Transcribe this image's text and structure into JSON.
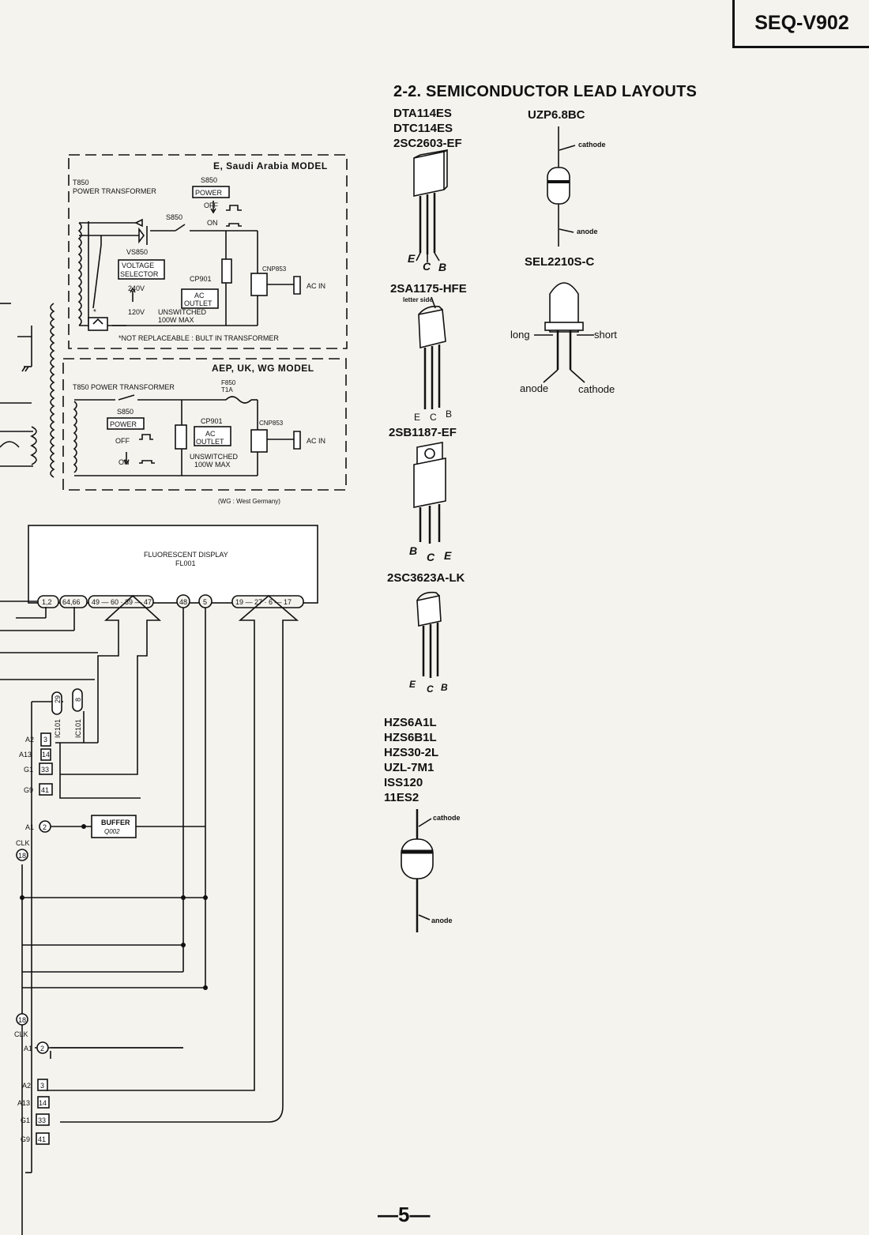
{
  "header": {
    "model": "SEQ-V902"
  },
  "section": {
    "title": "2-2.  SEMICONDUCTOR LEAD LAYOUTS"
  },
  "groups": {
    "g1": [
      "DTA114ES",
      "DTC114ES",
      "2SC2603-EF"
    ],
    "g2": [
      "UZP6.8BC"
    ],
    "g3": [
      "SEL2210S-C"
    ],
    "g4": [
      "2SA1175-HFE"
    ],
    "g5": [
      "2SB1187-EF"
    ],
    "g6": [
      "2SC3623A-LK"
    ],
    "g7": [
      "HZS6A1L",
      "HZS6B1L",
      "HZS30-2L",
      "UZL-7M1",
      "ISS120",
      "11ES2"
    ]
  },
  "pins": {
    "e": "E",
    "c": "C",
    "b": "B"
  },
  "diode_labels": {
    "cathode": "cathode",
    "anode": "anode"
  },
  "led_labels": {
    "long": "long",
    "short": "short",
    "anode": "anode",
    "cathode": "cathode"
  },
  "letter_side": "letter side",
  "saudi": {
    "title": "E, Saudi Arabia MODEL",
    "t850": "T850",
    "transformer": "POWER TRANSFORMER",
    "s850": "S850",
    "power": "POWER",
    "off": "OFF",
    "on": "ON",
    "vs850": "VS850",
    "voltage": "VOLTAGE",
    "selector": "SELECTOR",
    "v240": "240V",
    "v120": "120V",
    "cp901": "CP901",
    "ac": "AC",
    "outlet": "OUTLET",
    "unswitched": "UNSWITCHED",
    "max": "100W MAX",
    "cnp853": "CNP853",
    "acin": "AC IN",
    "star": "*",
    "note": "*NOT REPLACEABLE : BULT IN TRANSFORMER"
  },
  "aep": {
    "title": "AEP, UK, WG MODEL",
    "transformer": "T850 POWER TRANSFORMER",
    "f850": "F850",
    "t1a": "T1A",
    "s850": "S850",
    "power": "POWER",
    "off": "OFF",
    "on": "ON",
    "cp901": "CP901",
    "ac": "AC",
    "outlet": "OUTLET",
    "unswitched": "UNSWITCHED",
    "max": "100W MAX",
    "cnp853": "CNP853",
    "acin": "AC IN",
    "wg": "(WG : West Germany)"
  },
  "display": {
    "title": "FLUORESCENT DISPLAY",
    "ref": "FL001",
    "pins": [
      "1,2",
      "64,66",
      "49 — 60 · 39 — 47",
      "48",
      "5",
      "19 — 27 · 6 — 17"
    ]
  },
  "ic": {
    "ic101a": "IC101",
    "ic101a_pin": "29",
    "ic101b": "IC101",
    "ic101b_pin": "8"
  },
  "left_pins": {
    "a2": "A2",
    "a2n": "3",
    "a13": "A13",
    "a13n": "14",
    "g1": "G1",
    "g1n": "33",
    "g9": "G9",
    "g9n": "41",
    "a1": "A1",
    "a1n": "2",
    "clk": "CLK",
    "clkn": "18",
    "b_18": "18",
    "b_clk": "CLK",
    "b_a1": "A1",
    "b_a1n": "2",
    "b_a2": "A2",
    "b_a2n": "3",
    "b_a13": "A13",
    "b_a13n": "14",
    "b_g1": "G1",
    "b_g1n": "33",
    "b_g9": "G9",
    "b_g9n": "41"
  },
  "buffer": {
    "label": "BUFFER",
    "ref": "Q002"
  },
  "footer": {
    "page": "—5—"
  }
}
